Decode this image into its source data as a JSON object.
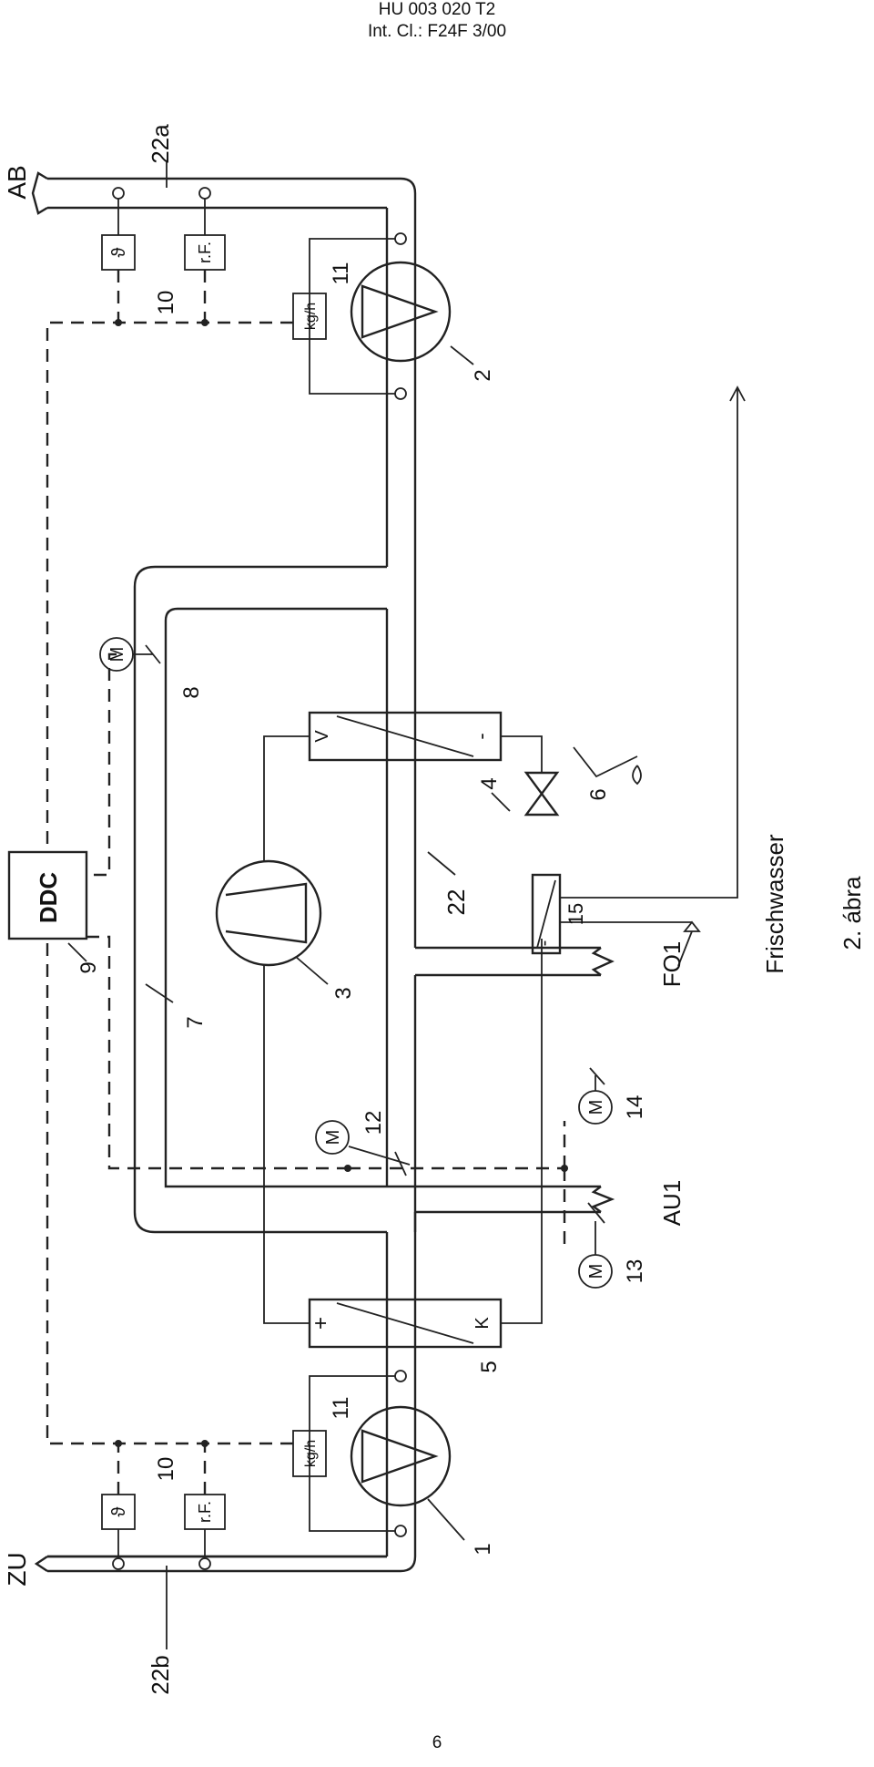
{
  "header": {
    "line1": "HU 003 020 T2",
    "line2": "Int. Cl.: F24F 3/00"
  },
  "page_number": "6",
  "diagram": {
    "figure_caption": "2. ábra",
    "ports": {
      "exhaust_air": "AB",
      "supply_air": "ZU",
      "outside_air": "AU1",
      "exit_air": "FO1"
    },
    "fresh_water": "Frischwasser",
    "controller": "DDC",
    "sensors": {
      "temperature_symbol": "ϑ",
      "humidity": "r.F.",
      "mass_flow": "kg/h"
    },
    "motor_symbol": "M",
    "exchanger_marks": {
      "evaporator_left": "V",
      "evaporator_right": "-",
      "condenser_left": "+",
      "condenser_right": "K",
      "sprayer_mark": "-"
    },
    "refs": {
      "r22a": "22a",
      "r22b": "22b",
      "r22": "22",
      "r10a": "10",
      "r10b": "10",
      "r11a": "11",
      "r11b": "11",
      "r1": "1",
      "r2": "2",
      "r3": "3",
      "r4": "4",
      "r5": "5",
      "r6": "6",
      "r7": "7",
      "r8": "8",
      "r9": "9",
      "r12": "12",
      "r13": "13",
      "r14": "14",
      "r15": "15"
    }
  }
}
